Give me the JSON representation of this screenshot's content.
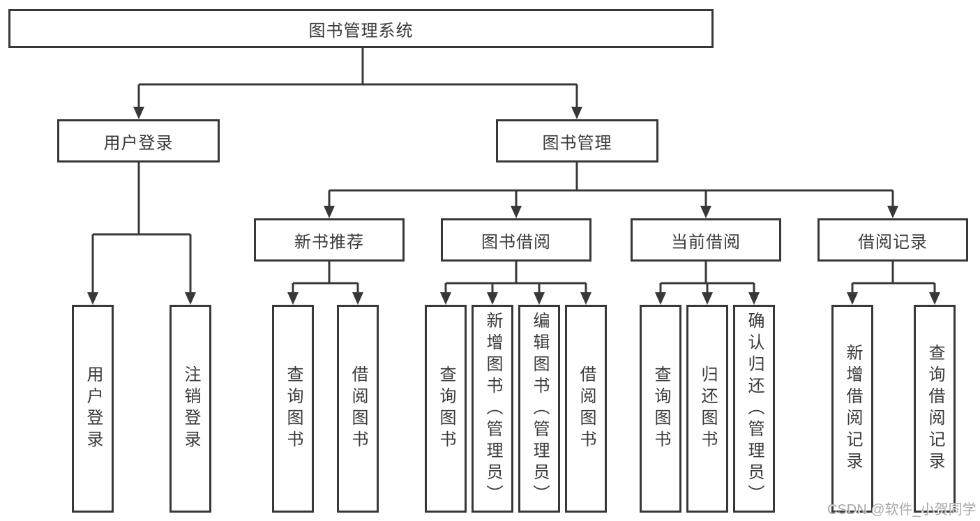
{
  "diagram_title": "图书管理系统",
  "tree": {
    "label": "图书管理系统",
    "children": [
      {
        "label": "用户登录",
        "children": [
          {
            "label": "用户登录"
          },
          {
            "label": "注销登录"
          }
        ]
      },
      {
        "label": "图书管理",
        "children": [
          {
            "label": "新书推荐",
            "children": [
              {
                "label": "查询图书"
              },
              {
                "label": "借阅图书"
              }
            ]
          },
          {
            "label": "图书借阅",
            "children": [
              {
                "label": "查询图书"
              },
              {
                "label": "新增图书（管理员）"
              },
              {
                "label": "编辑图书（管理员）"
              },
              {
                "label": "借阅图书"
              }
            ]
          },
          {
            "label": "当前借阅",
            "children": [
              {
                "label": "查询图书"
              },
              {
                "label": "归还图书"
              },
              {
                "label": "确认归还（管理员）"
              }
            ]
          },
          {
            "label": "借阅记录",
            "children": [
              {
                "label": "新增借阅记录"
              },
              {
                "label": "查询借阅记录"
              }
            ]
          }
        ]
      }
    ]
  },
  "watermark": {
    "text": "CSDN @软件_小贺同学",
    "brand": "CSDN",
    "author": "@软件_小贺同学"
  },
  "colors": {
    "line": "#383838",
    "box_border": "#383838",
    "text": "#3a3a3a",
    "background": "#ffffff",
    "watermark": "#a8a8a8"
  }
}
